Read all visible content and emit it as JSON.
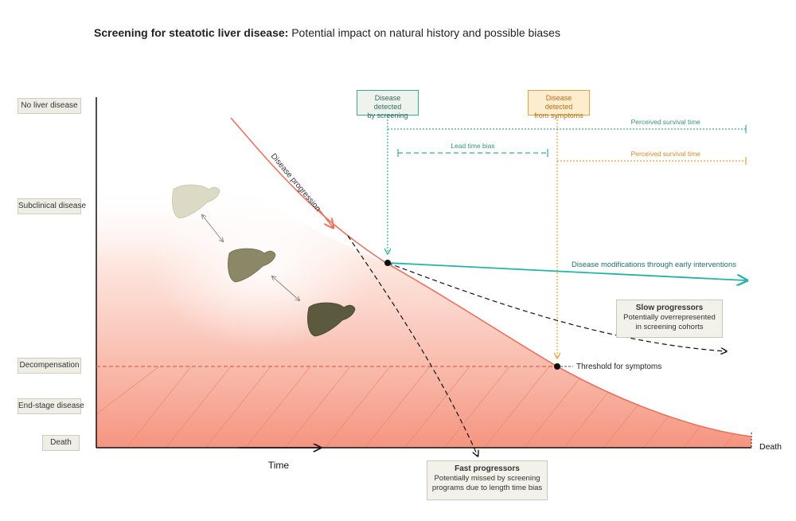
{
  "title": {
    "bold": "Screening for steatotic liver disease:",
    "rest": " Potential impact on natural history and possible biases"
  },
  "stages": [
    "No liver disease",
    "Subclinical disease",
    "Decompensation",
    "End-stage disease",
    "Death"
  ],
  "axis": {
    "x_label": "Time",
    "end_label": "Death"
  },
  "screening_box": {
    "line1": "Disease detected",
    "line2": "by screening"
  },
  "symptoms_box": {
    "line1": "Disease detected",
    "line2": "from symptoms"
  },
  "perceived_survival_screening": "Perceived survival time",
  "perceived_survival_symptoms": "Perceived survival time",
  "lead_time_bias": "Lead time bias",
  "disease_progression": "Disease progression",
  "early_interventions": "Disease modifications through early interventions",
  "threshold": "Threshold for symptoms",
  "slow_progressors": {
    "title": "Slow progressors",
    "line1": "Potentially overrepresented",
    "line2": "in screening cohorts"
  },
  "fast_progressors": {
    "title": "Fast progressors",
    "line1": "Potentially missed by screening",
    "line2": "programs due to length time bias"
  },
  "colors": {
    "progression": "#e8735f",
    "screening": "#3aa98f",
    "symptoms": "#e3a43a",
    "intervention": "#25b3a8",
    "fill": "#f49a86",
    "liver_healthy": "#dcd9c4",
    "liver_fatty": "#8a8866",
    "liver_cirrhotic": "#5b5a3f"
  }
}
